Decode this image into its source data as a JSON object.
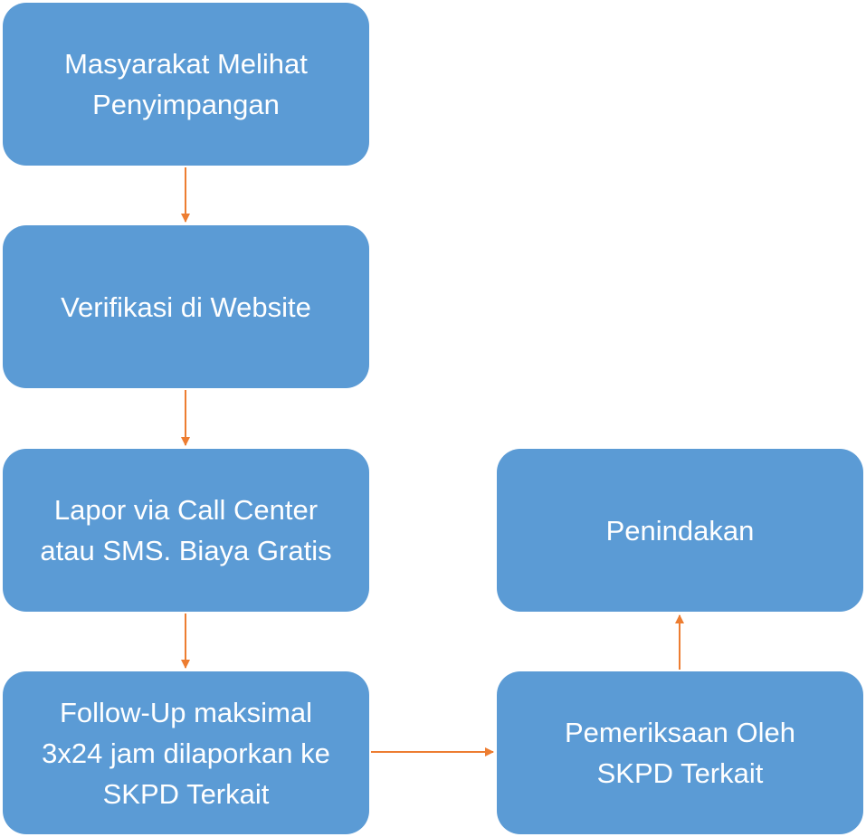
{
  "colors": {
    "node_fill": "#5b9bd5",
    "node_text": "#ffffff",
    "arrow": "#ed7d31"
  },
  "nodes": [
    {
      "id": "n1",
      "label": "Masyarakat Melihat\nPenyimpangan"
    },
    {
      "id": "n2",
      "label": "Verifikasi di Website"
    },
    {
      "id": "n3",
      "label": "Lapor via Call Center\natau SMS. Biaya Gratis"
    },
    {
      "id": "n4",
      "label": "Follow-Up maksimal\n3x24 jam dilaporkan ke\nSKPD Terkait"
    },
    {
      "id": "n5",
      "label": "Pemeriksaan Oleh\nSKPD Terkait"
    },
    {
      "id": "n6",
      "label": "Penindakan"
    }
  ],
  "edges": [
    {
      "from": "n1",
      "to": "n2"
    },
    {
      "from": "n2",
      "to": "n3"
    },
    {
      "from": "n3",
      "to": "n4"
    },
    {
      "from": "n4",
      "to": "n5"
    },
    {
      "from": "n5",
      "to": "n6"
    }
  ]
}
